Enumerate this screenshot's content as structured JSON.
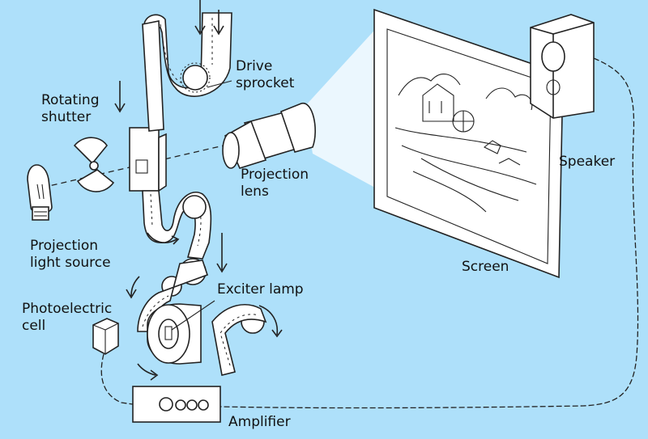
{
  "colors": {
    "background": "#aee0fa",
    "ink": "#222222",
    "fill": "#ffffff"
  },
  "labels": {
    "drive_sprocket": [
      "Drive",
      "sprocket"
    ],
    "rotating_shutter": [
      "Rotating",
      "shutter"
    ],
    "projection_lens": [
      "Projection",
      "lens"
    ],
    "speaker": "Speaker",
    "projection_light_source": [
      "Projection",
      "light source"
    ],
    "screen": "Screen",
    "exciter_lamp": "Exciter lamp",
    "photoelectric_cell": [
      "Photoelectric",
      "cell"
    ],
    "amplifier": "Amplifier"
  }
}
